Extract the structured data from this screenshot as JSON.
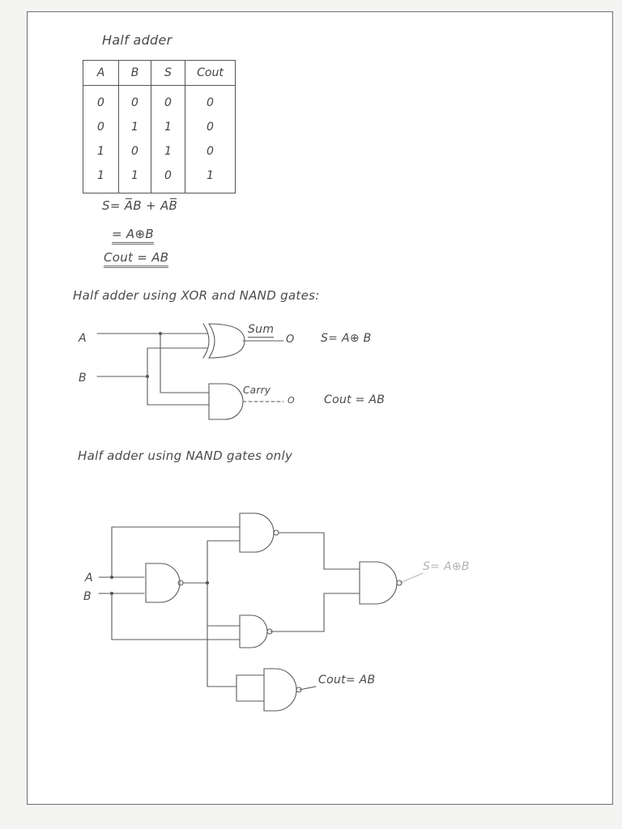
{
  "title": "Half adder",
  "truth_table": {
    "headers": [
      "A",
      "B",
      "S",
      "Cout"
    ],
    "rows": [
      [
        "0",
        "0",
        "0",
        "0"
      ],
      [
        "0",
        "1",
        "1",
        "0"
      ],
      [
        "1",
        "0",
        "1",
        "0"
      ],
      [
        "1",
        "1",
        "0",
        "1"
      ]
    ]
  },
  "equations": {
    "s_lhs": "S=",
    "s_term1_bar": "A",
    "s_term1_rest": "B",
    "plus": "+",
    "s_term2_a": "A",
    "s_term2_bar": "B",
    "s_line2": "= A⊕B",
    "cout": "Cout = AB"
  },
  "section1": {
    "heading": "Half adder using XOR and NAND gates:",
    "input_a": "A",
    "input_b": "B",
    "sum_label": "Sum",
    "carry_label": "Carry",
    "sum_eq": "S= A⊕ B",
    "cout_eq": "Cout = AB",
    "out_mark": "O"
  },
  "section2": {
    "heading": "Half adder using NAND gates only",
    "input_a": "A",
    "input_b": "B",
    "s_eq": "S= A⊕B",
    "cout_eq": "Cout= AB"
  }
}
